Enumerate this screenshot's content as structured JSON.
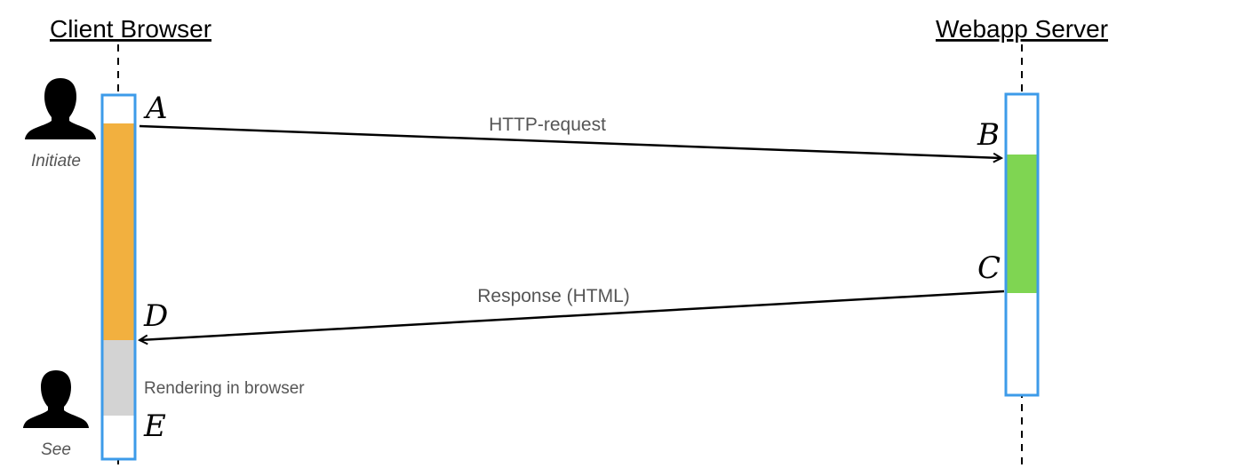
{
  "participants": {
    "client": {
      "title": "Client Browser"
    },
    "server": {
      "title": "Webapp Server"
    }
  },
  "messages": {
    "request": {
      "label": "HTTP-request"
    },
    "response": {
      "label": "Response (HTML)"
    }
  },
  "points": {
    "a": "A",
    "b": "B",
    "c": "C",
    "d": "D",
    "e": "E"
  },
  "actors": {
    "initiate": {
      "caption": "Initiate",
      "icon": "person-silhouette-icon"
    },
    "see": {
      "caption": "See",
      "icon": "person-silhouette-icon"
    }
  },
  "notes": {
    "rendering": "Rendering in browser"
  },
  "colors": {
    "activation_border": "#3d9be9",
    "client_waiting": "#f2b03f",
    "server_processing": "#7fd552",
    "rendering": "#d3d3d3",
    "caption_text": "#555555"
  }
}
